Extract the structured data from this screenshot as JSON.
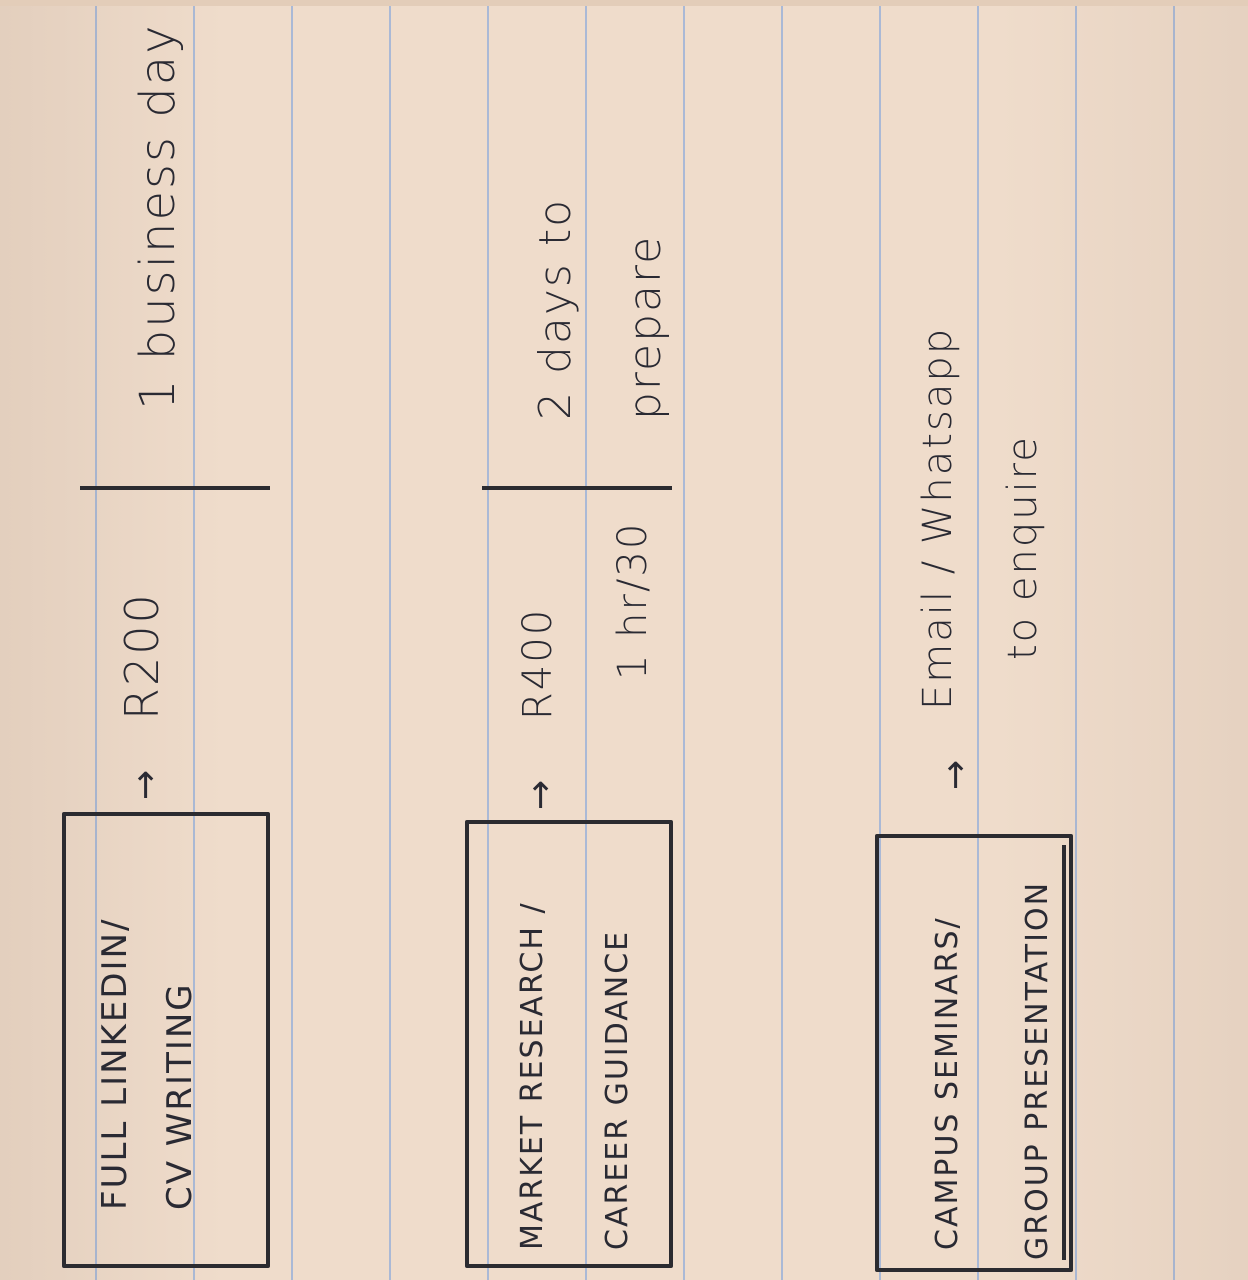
{
  "rows": [
    {
      "service_line1": "FULL LINKEDIN/",
      "service_line2": "CV WRITING",
      "price_line1": "R200",
      "price_line2": "",
      "note_line1": "1 business day",
      "note_line2": ""
    },
    {
      "service_line1": "MARKET RESEARCH /",
      "service_line2": "CAREER GUIDANCE",
      "price_line1": "R400",
      "price_line2": "1 hr/30",
      "note_line1": "2 days to",
      "note_line2": "prepare"
    },
    {
      "service_line1": "CAMPUS SEMINARS/",
      "service_line2": "GROUP PRESENTATION",
      "price_line1": "Email / Whatsapp",
      "price_line2": "to enquire",
      "note_line1": "",
      "note_line2": ""
    }
  ],
  "arrow_glyph": "→"
}
